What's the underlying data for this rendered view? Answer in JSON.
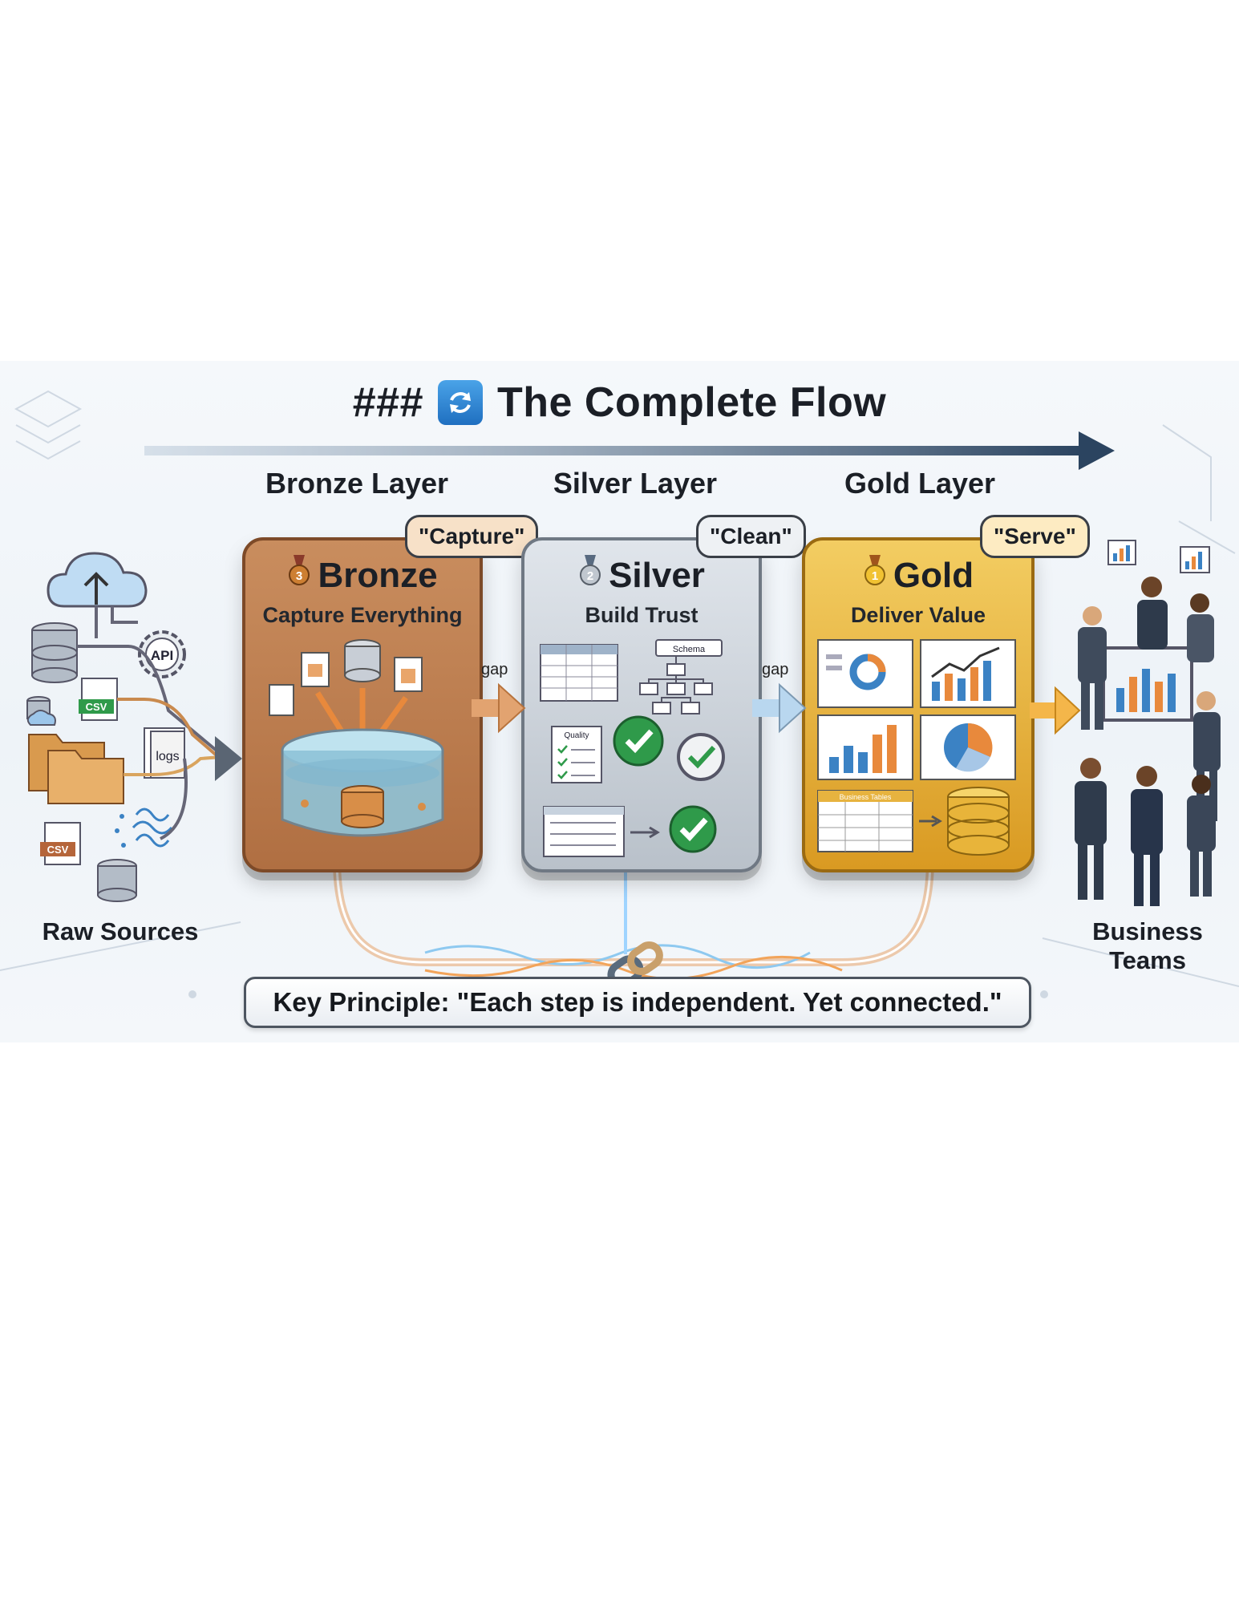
{
  "title": {
    "prefix": "###",
    "icon": "refresh-icon",
    "text": "The Complete Flow"
  },
  "layers": {
    "bronze": {
      "label": "Bronze Layer",
      "name": "Bronze",
      "subtitle": "Capture Everything",
      "bubble": "\"Capture\"",
      "color": "#b9784a",
      "badge": "3"
    },
    "silver": {
      "label": "Silver Layer",
      "name": "Silver",
      "subtitle": "Build Trust",
      "bubble": "\"Clean\"",
      "color": "#aab4c0",
      "badge": "2"
    },
    "gold": {
      "label": "Gold Layer",
      "name": "Gold",
      "subtitle": "Deliver Value",
      "bubble": "\"Serve\"",
      "color": "#e7b33f",
      "badge": "1"
    }
  },
  "gaps": [
    "gap",
    "gap"
  ],
  "sources": {
    "label": "Raw Sources",
    "tags": {
      "api": "API",
      "csv1": "CSV",
      "logs": "logs",
      "csv2": "CSV"
    }
  },
  "silver_details": {
    "schema": "Schema",
    "quality": "Quality"
  },
  "gold_details": {
    "business_tables": "Business Tables"
  },
  "teams": {
    "label_line1": "Business",
    "label_line2": "Teams"
  },
  "key_principle": "Key Principle: \"Each step is independent. Yet connected.\""
}
